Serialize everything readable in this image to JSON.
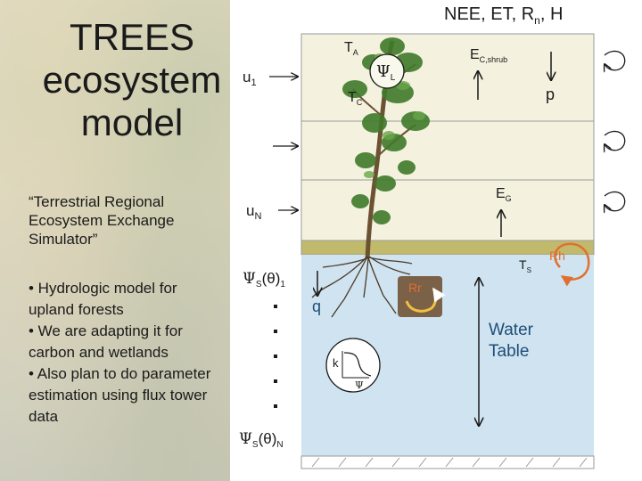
{
  "title": {
    "line1": "TREES",
    "line2": "ecosystem",
    "line3": "model"
  },
  "subtitle": "“Terrestrial Regional Ecosystem Exchange Simulator”",
  "bullets": [
    "• Hydrologic model for upland forests",
    "• We are adapting it for carbon and wetlands",
    "• Also plan to do parameter estimation using flux tower data"
  ],
  "diagram": {
    "fluxes_header": {
      "base": "NEE, ET, R",
      "sub": "n",
      "tail": ", H"
    },
    "u1": {
      "base": "u",
      "sub": "1"
    },
    "uN": {
      "base": "u",
      "sub": "N"
    },
    "TA": {
      "base": "T",
      "sub": "A"
    },
    "TC": {
      "base": "T",
      "sub": "C"
    },
    "psiL": {
      "base": "Ψ",
      "sub": "L"
    },
    "Ec_shrub": {
      "base": "E",
      "sub": "C,shrub"
    },
    "p": "p",
    "EG": {
      "base": "E",
      "sub": "G"
    },
    "TS": {
      "base": "T",
      "sub": "S"
    },
    "Rh": "Rh",
    "Rr": "Rr",
    "psi1": {
      "base": "Ψ",
      "sub": "S",
      "mid": "(θ)",
      "sub2": "1"
    },
    "psiN": {
      "base": "Ψ",
      "sub": "S",
      "mid": "(θ)",
      "sub2": "N"
    },
    "q": "q",
    "water_table": {
      "line1": "Water",
      "line2": "Table"
    },
    "inset": {
      "k": "k",
      "psi": "Ψ"
    },
    "colors": {
      "canopy_layer": "#f4f2de",
      "soil_band": "#c1ba6c",
      "soil_water": "#cfe3f0",
      "accent_orange": "#e07030",
      "text_blue": "#1f4e79"
    }
  }
}
